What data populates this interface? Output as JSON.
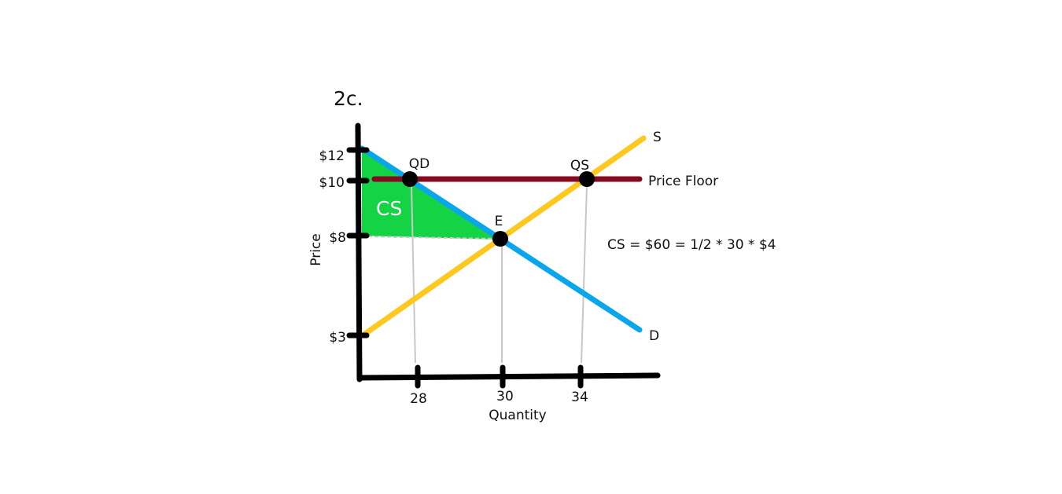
{
  "figure_label": "2c.",
  "axes": {
    "y_label": "Price",
    "x_label": "Quantity",
    "y_ticks": [
      "$12",
      "$10",
      "$8",
      "$3"
    ],
    "x_ticks": [
      "28",
      "30",
      "34"
    ]
  },
  "curves": {
    "supply": {
      "label": "S",
      "color": "#ffc81e"
    },
    "demand": {
      "label": "D",
      "color": "#0aa6ec"
    },
    "price_floor": {
      "label": "Price Floor",
      "color": "#860a1f"
    }
  },
  "points": {
    "qd": "QD",
    "qs": "QS",
    "equilibrium": "E"
  },
  "cs_area": {
    "label": "CS",
    "color": "#14d446"
  },
  "annotation": "CS = $60 = 1/2 * 30 * $4",
  "colors": {
    "axis": "#000000",
    "guide": "#c8c8c8",
    "cs_label": "#ffffff"
  }
}
